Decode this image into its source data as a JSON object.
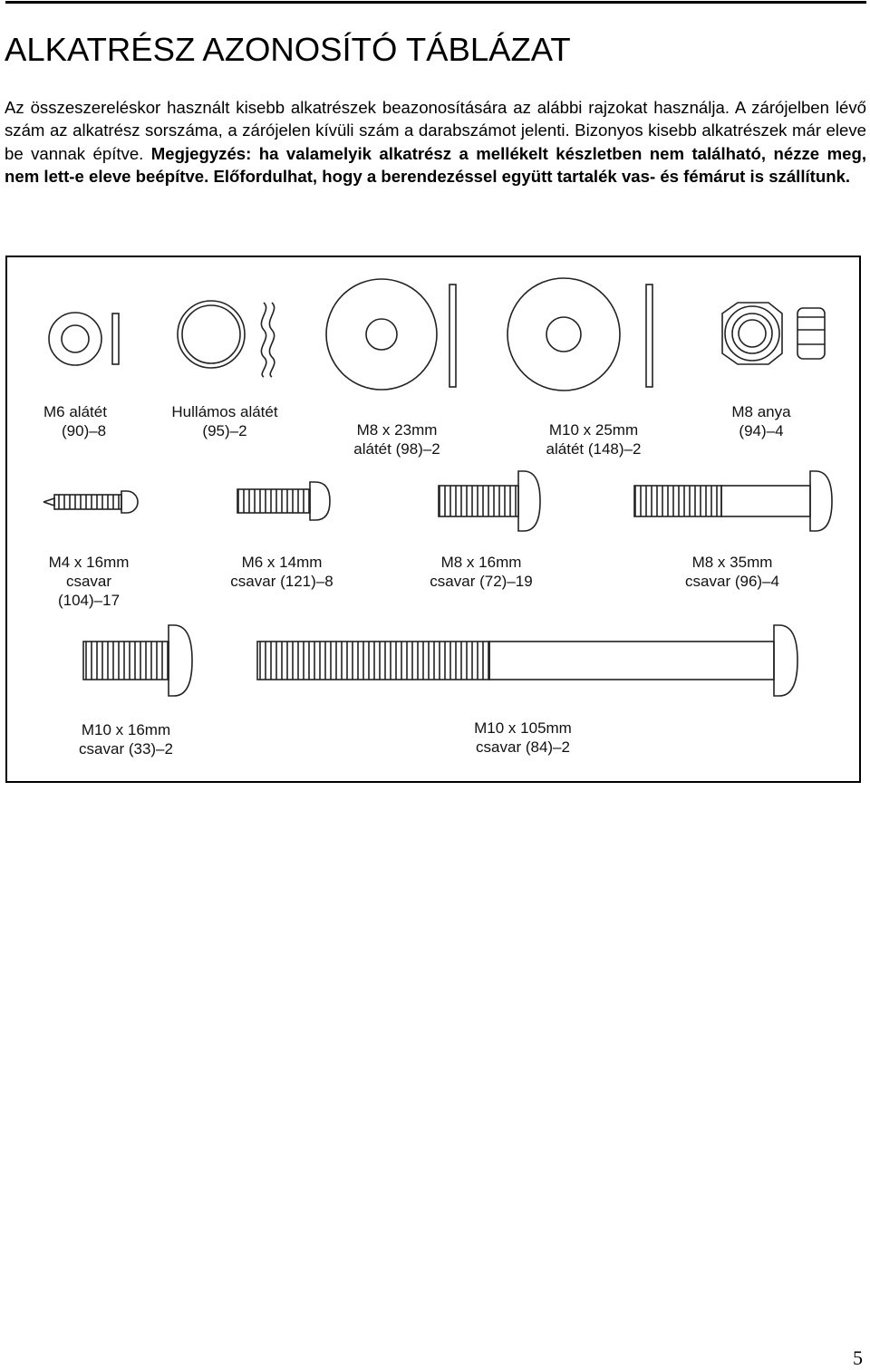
{
  "page": {
    "title": "ALKATRÉSZ AZONOSÍTÓ TÁBLÁZAT",
    "intro_normal": "Az összeszereléskor használt kisebb alkatrészek beazonosítására az alábbi rajzokat használja. A zárójelben lévő szám az alkatrész sorszáma, a zárójelen kívüli szám a darabszámot jelenti. Bizonyos kisebb alkatrészek már eleve be vannak építve. ",
    "intro_bold": "Megjegyzés: ha valamelyik alkatrész a mellékelt készletben nem található, nézze meg, nem lett-e eleve beépítve. Előfordulhat, hogy a berendezéssel együtt tartalék vas- és fémárut is szállítunk.",
    "page_number": "5"
  },
  "parts": {
    "m6_washer": {
      "line1": "M6  alátét",
      "line2": "(90)–8"
    },
    "wave_washer": {
      "line1": "Hullámos alátét",
      "line2": "(95)–2"
    },
    "m8_washer": {
      "line1": "M8 x 23mm",
      "line2": "alátét (98)–2"
    },
    "m10_washer": {
      "line1": "M10 x 25mm",
      "line2": "alátét  (148)–2"
    },
    "m8_nut": {
      "line1": "M8  anya",
      "line2": "(94)–4"
    },
    "m4_screw": {
      "line1": "M4 x 16mm",
      "line2": "csavar",
      "line3": "(104)–17"
    },
    "m6_bolt": {
      "line1": "M6 x 14mm",
      "line2": "csavar (121)–8"
    },
    "m8_16_bolt": {
      "line1": "M8 x 16mm",
      "line2": "csavar (72)–19"
    },
    "m8_35_bolt": {
      "line1": "M8 x 35mm",
      "line2": "csavar (96)–4"
    },
    "m10_16_bolt": {
      "line1": "M10 x 16mm",
      "line2": "csavar (33)–2"
    },
    "m10_105_bolt": {
      "line1": "M10 x 105mm",
      "line2": "csavar (84)–2"
    }
  }
}
